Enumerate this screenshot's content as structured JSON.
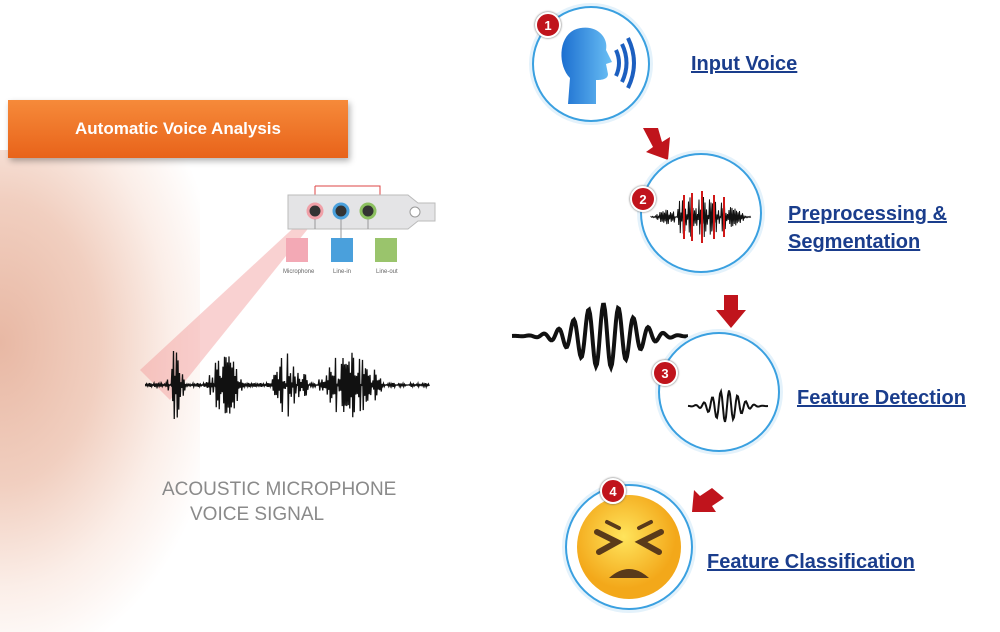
{
  "banner": "Automatic Voice Analysis",
  "signal_label": {
    "line1": "ACOUSTIC MICROPHONE",
    "line2": "VOICE SIGNAL"
  },
  "sound_card": {
    "ports": [
      "Microphone",
      "Line-in",
      "Line-out"
    ]
  },
  "steps": [
    {
      "num": "1",
      "label": "Input Voice"
    },
    {
      "num": "2",
      "label": "Preprocessing &",
      "label2": "Segmentation"
    },
    {
      "num": "3",
      "label": "Feature Detection"
    },
    {
      "num": "4",
      "label": "Feature Classification"
    }
  ],
  "colors": {
    "accent": "#c0141c",
    "banner": "#f07a2a",
    "link": "#1a3d8c",
    "ring": "#3aa0e0"
  }
}
